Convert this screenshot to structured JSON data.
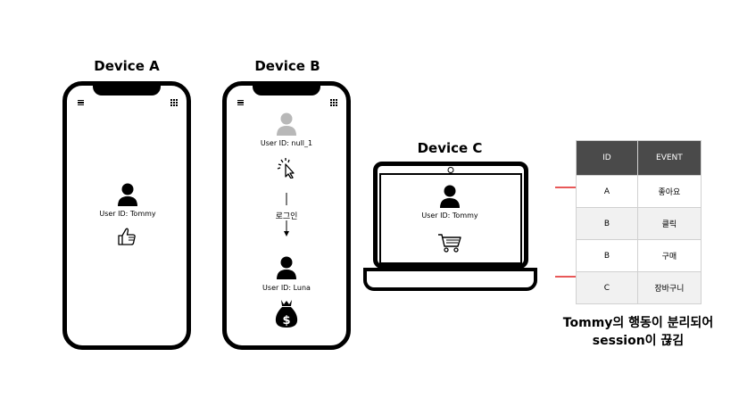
{
  "device_a": {
    "title": "Device A",
    "user_id": "User ID: Tommy"
  },
  "device_b": {
    "title": "Device B",
    "user_id_before": "User ID: null_1",
    "arrow_label": "로그인",
    "user_id_after": "User ID: Luna"
  },
  "device_c": {
    "title": "Device C",
    "user_id": "User ID: Tommy"
  },
  "table": {
    "headers": [
      "ID",
      "EVENT"
    ],
    "rows": [
      {
        "id": "A",
        "event": "좋아요"
      },
      {
        "id": "B",
        "event": "클릭"
      },
      {
        "id": "B",
        "event": "구매"
      },
      {
        "id": "C",
        "event": "장바구니"
      }
    ]
  },
  "caption": {
    "line1": "Tommy의 행동이 분리되어",
    "line2": "session이 끊김"
  },
  "colors": {
    "header_bg": "#4a4a4a",
    "arrow": "#e02020",
    "avatar_inactive": "#b8b8b8"
  }
}
